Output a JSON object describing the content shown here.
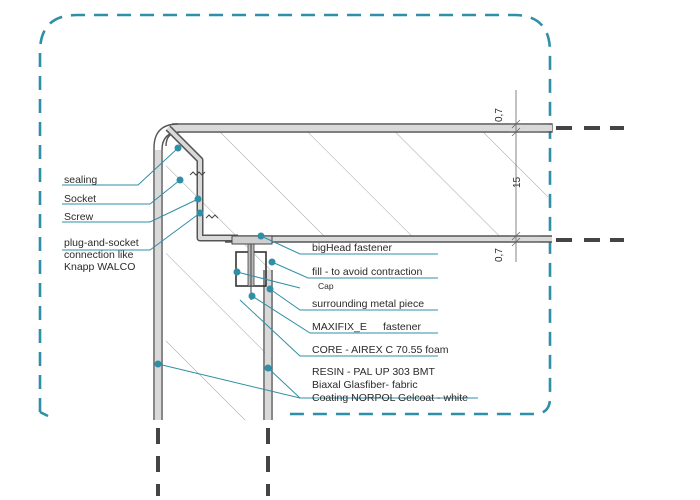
{
  "colors": {
    "accent": "#2f8fa6",
    "outline": "#555555",
    "panel": "#d9d9d9",
    "hatch": "#8c8c8c"
  },
  "labels_left": [
    "sealing",
    "Socket",
    "Screw",
    "plug-and-socket",
    "connection like",
    "Knapp WALCO"
  ],
  "labels_right": {
    "bighead": "bigHead fastener",
    "fill": "fill - to avoid contraction",
    "cap": "Cap",
    "metal": "surrounding metal piece",
    "maxifix_a": "MAXIFIX_E",
    "maxifix_b": "fastener",
    "core": "CORE - AIREX C 70.55 foam",
    "resin": "RESIN - PAL UP 303 BMT",
    "biaxal": "Biaxal Glasfiber- fabric",
    "coating": "Coating NORPOL Gelcoat - white"
  },
  "dimensions": {
    "top": "0,7",
    "middle": "15",
    "bottom": "0,7"
  }
}
